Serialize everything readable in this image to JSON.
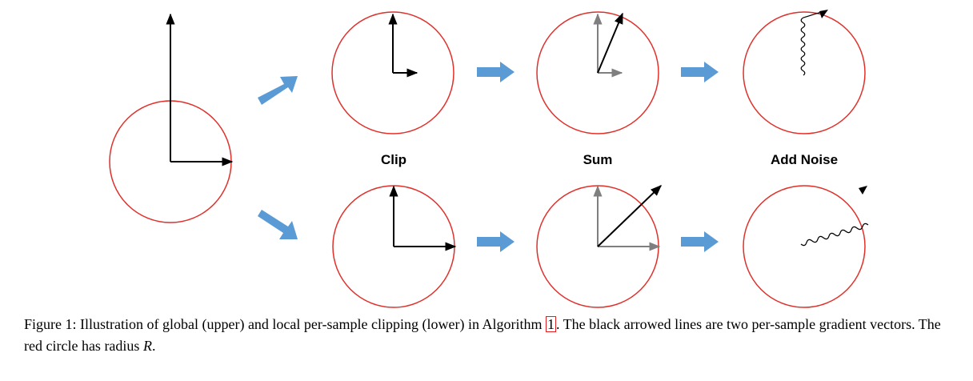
{
  "figure": {
    "stage_labels": [
      "Clip",
      "Sum",
      "Add Noise"
    ],
    "colors": {
      "circle": "#e0302a",
      "arrow_block": "#5b9bd5",
      "vector_black": "#000000",
      "vector_gray": "#7f7f7f"
    }
  },
  "caption": {
    "prefix": "Figure 1: Illustration of global (upper) and local per-sample clipping (lower) in Algorithm ",
    "ref": "1",
    "middle": ". The black arrowed lines are two per-sample gradient vectors. The red circle has radius ",
    "math": "R",
    "suffix": "."
  }
}
